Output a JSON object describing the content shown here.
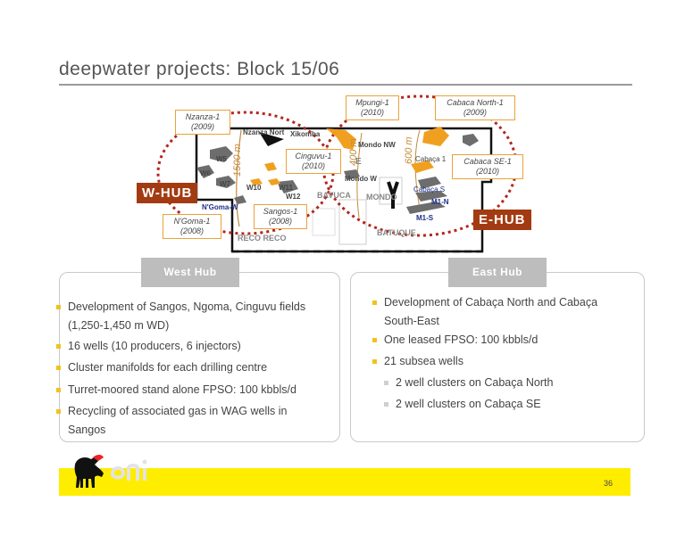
{
  "page": {
    "title": "deepwater projects: Block 15/06",
    "page_number": "36"
  },
  "map": {
    "callouts": {
      "nzanza": "Nzanza-1\n(2009)",
      "mpungi": "Mpungi-1\n(2010)",
      "cabaca_north": "Cabaca North-1\n(2009)",
      "cinguvu": "Cinguvu-1\n(2010)",
      "cabaca_se": "Cabaca SE-1\n(2010)",
      "sangos": "Sangos-1\n(2008)",
      "ngoma": "N'Goma-1\n(2008)"
    },
    "hubs": {
      "west": "W-HUB",
      "east": "E-HUB"
    },
    "labels": {
      "nzanza_north": "Nzanza Nort",
      "xikomba": "Xikomba",
      "mondo_nw": "Mondo NW",
      "cabaca_1": "Cabaça 1",
      "mondo_w": "Mondo W",
      "cabaca_s": "Cabaça S",
      "m1n": "M1-N",
      "m1s": "M1-S",
      "w5": "W5",
      "w6": "W6",
      "w7": "W7",
      "w10": "W10",
      "w11": "W11",
      "w12": "W12",
      "ngoma_w": "N'Goma-W",
      "bavuca": "BAVUCA",
      "mondo": "MONDO",
      "batuque": "BATUQUE",
      "reco_reco": "RECO RECO",
      "e_partial": "E",
      "depth_1500": "1500 m",
      "depth_600": "600 m",
      "depth_400": "400 m"
    }
  },
  "west_hub": {
    "header": "West Hub",
    "bullets": [
      {
        "line1": "Development of Sangos, Ngoma, Cinguvu fields",
        "line2": "(1,250-1,450 m WD)"
      },
      {
        "line1": "16 wells (10 producers, 6 injectors)"
      },
      {
        "line1": "Cluster manifolds for each drilling centre"
      },
      {
        "line1": "Turret-moored stand alone FPSO: 100 kbbls/d"
      },
      {
        "line1": "Recycling of associated gas in WAG wells in",
        "line2": "Sangos"
      }
    ]
  },
  "east_hub": {
    "header": "East Hub",
    "bullets": [
      {
        "line1": "Development of Cabaça North and Cabaça",
        "line2": "South-East"
      },
      {
        "line1": "One leased FPSO: 100 kbbls/d"
      },
      {
        "line1": "21 subsea wells"
      }
    ],
    "sub_bullets": [
      "2 well clusters on Cabaça North",
      "2 well clusters on Cabaça SE"
    ]
  },
  "colors": {
    "accent_yellow": "#ffed00",
    "hub_red": "#a33b12",
    "field_orange": "#f0a020",
    "dotted_red": "#b3261e"
  }
}
